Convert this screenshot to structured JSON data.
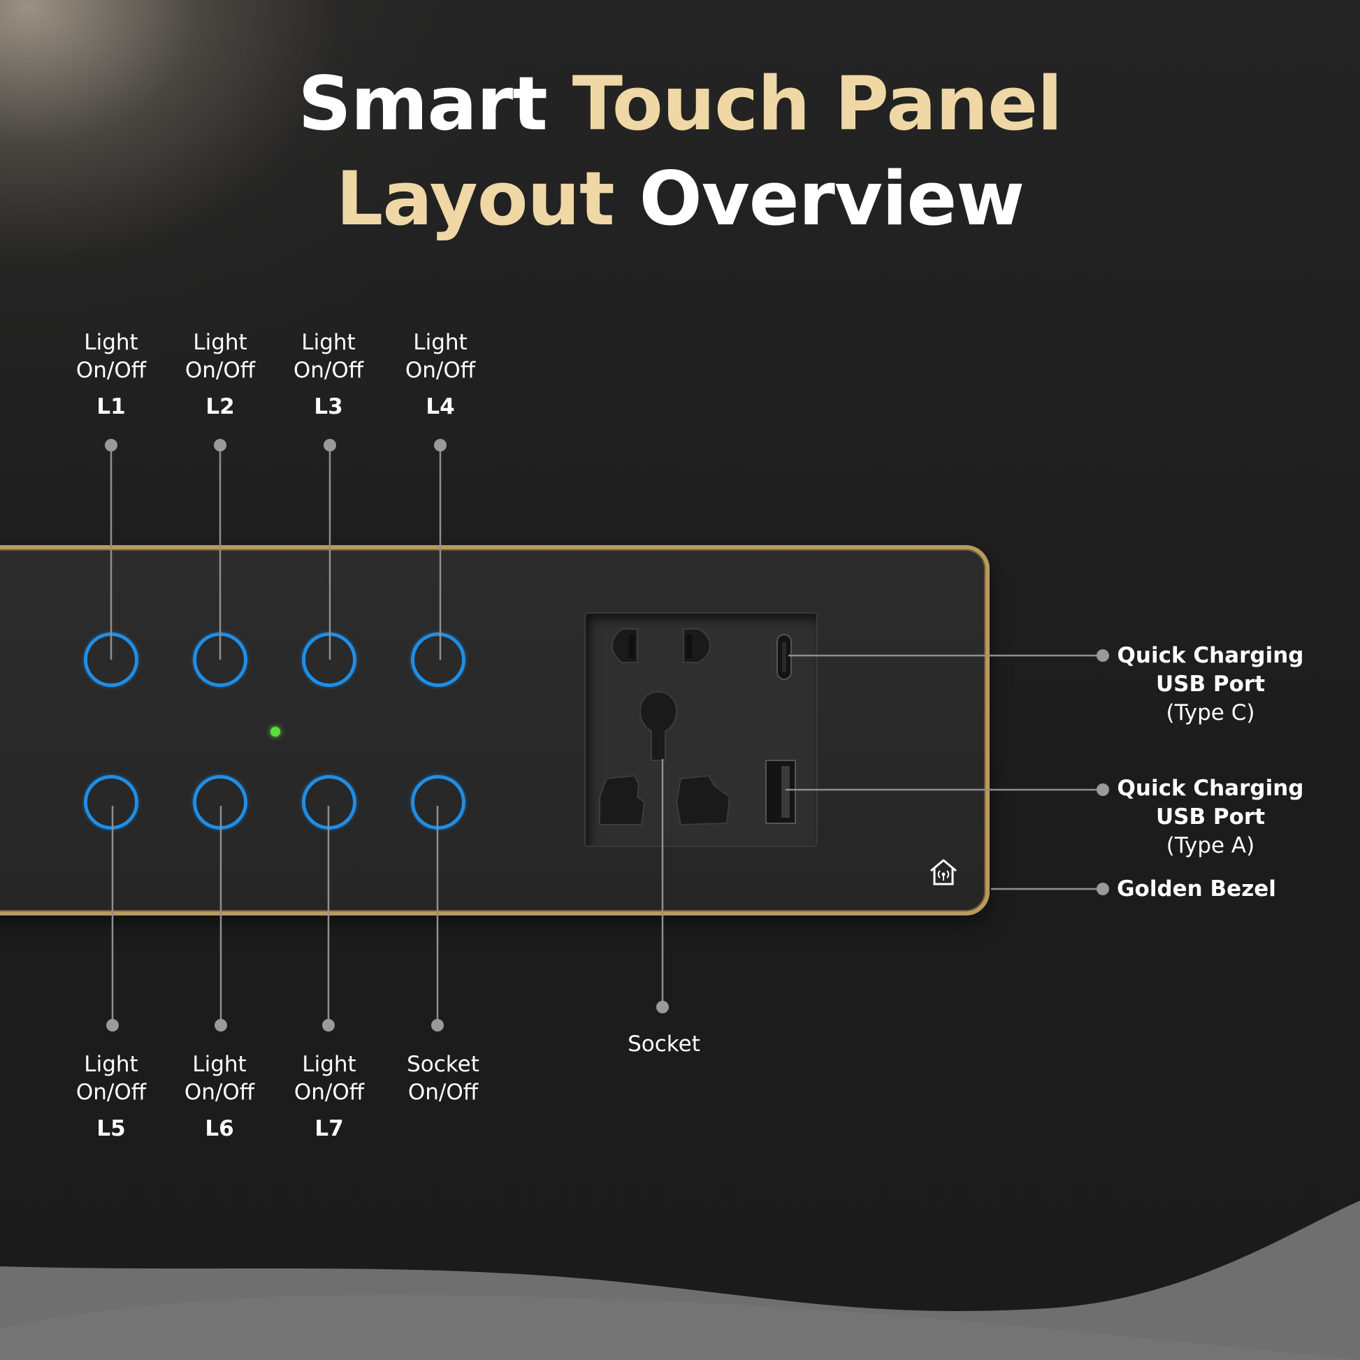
{
  "title": {
    "line1_a": "Smart ",
    "line1_b": "Touch Panel",
    "line2_a": "Layout ",
    "line2_b": "Overview"
  },
  "colors": {
    "background": "#1c1c1c",
    "title_white": "#ffffff",
    "title_gold": "#efd7a6",
    "bezel_gold": "#b89a5e",
    "button_ring_blue": "#1f8ee6",
    "indicator_green": "#5ede3a",
    "leader_line_gray": "#8f8f8f",
    "wave_gray": "#6f6f6f"
  },
  "top_labels": [
    {
      "text1": "Light",
      "text2": "On/Off",
      "code": "L1"
    },
    {
      "text1": "Light",
      "text2": "On/Off",
      "code": "L2"
    },
    {
      "text1": "Light",
      "text2": "On/Off",
      "code": "L3"
    },
    {
      "text1": "Light",
      "text2": "On/Off",
      "code": "L4"
    }
  ],
  "bottom_labels": [
    {
      "text1": "Light",
      "text2": "On/Off",
      "code": "L5"
    },
    {
      "text1": "Light",
      "text2": "On/Off",
      "code": "L6"
    },
    {
      "text1": "Light",
      "text2": "On/Off",
      "code": "L7"
    },
    {
      "text1": "Socket",
      "text2": "On/Off",
      "code": ""
    }
  ],
  "right_labels": {
    "usb_c": {
      "line1": "Quick Charging",
      "line2": "USB Port",
      "line3": "(Type C)"
    },
    "usb_a": {
      "line1": "Quick Charging",
      "line2": "USB Port",
      "line3": "(Type A)"
    },
    "bezel": {
      "line1": "Golden Bezel"
    }
  },
  "socket_label": "Socket",
  "icons": [
    "home-wifi-icon",
    "universal-socket-icon",
    "usb-c-port-icon",
    "usb-a-port-icon"
  ]
}
